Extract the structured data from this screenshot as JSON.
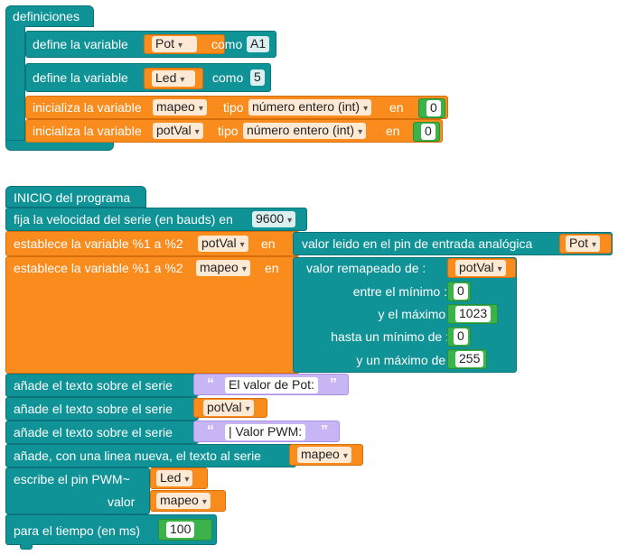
{
  "definitions": {
    "header": "definiciones",
    "define_var_1": {
      "label": "define la variable",
      "var": "Pot",
      "como": "como",
      "value": "A1"
    },
    "define_var_2": {
      "label": "define la variable",
      "var": "Led",
      "como": "como",
      "value": "5"
    },
    "init_var_1": {
      "label": "inicializa la variable",
      "var": "mapeo",
      "tipo": "tipo",
      "type": "número entero (int)",
      "en": "en",
      "value": "0"
    },
    "init_var_2": {
      "label": "inicializa la variable",
      "var": "potVal",
      "tipo": "tipo",
      "type": "número entero (int)",
      "en": "en",
      "value": "0"
    }
  },
  "program": {
    "header": "INICIO del programa",
    "serial_speed": {
      "label": "fija la velocidad del serie (en bauds) en",
      "value": "9600"
    },
    "set_var_1": {
      "label": "establece la variable %1 a %2",
      "var": "potVal",
      "en": "en",
      "read_label": "valor leido en el pin de entrada analógica",
      "pin": "Pot"
    },
    "set_var_2": {
      "label": "establece la variable %1 a %2",
      "var": "mapeo",
      "en": "en",
      "map_label": "valor remapeado de :",
      "map_var": "potVal",
      "min_label": "entre el mínimo :",
      "min_value": "0",
      "max_label": "y el máximo :",
      "max_value": "1023",
      "to_min_label": "hasta un mínimo de :",
      "to_min_value": "0",
      "to_max_label": "y un máximo de :",
      "to_max_value": "255"
    },
    "print_1": {
      "label": "añade el texto sobre el serie",
      "text": "El valor de Pot:"
    },
    "print_2": {
      "label": "añade el texto sobre el serie",
      "var": "potVal"
    },
    "print_3": {
      "label": "añade el texto sobre el serie",
      "text": "| Valor PWM:"
    },
    "println": {
      "label": "añade, con una linea nueva, el texto al serie",
      "var": "mapeo"
    },
    "pwm": {
      "label": "escribe el pin PWM~",
      "pin": "Led",
      "value_label": "valor",
      "value": "mapeo"
    },
    "delay": {
      "label": "para el tiempo  (en ms)",
      "value": "100"
    }
  },
  "colors": {
    "teal": "#0f9397",
    "orange": "#fa8c1e",
    "green": "#3bb24a",
    "lavender": "#c8b6f4"
  }
}
